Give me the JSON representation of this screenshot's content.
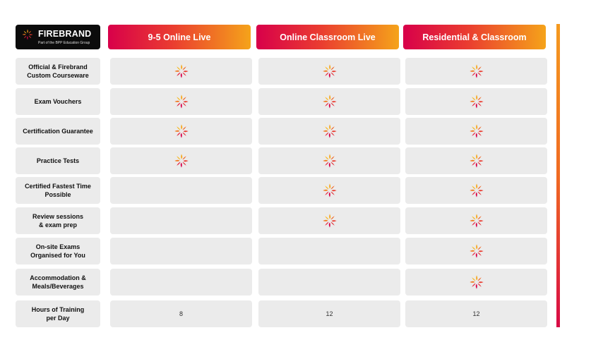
{
  "brand": {
    "name": "FIREBRAND",
    "tagline": "Part of the BPP Education Group",
    "icon": "firebrand-flame-icon",
    "accent": "#ea3c30",
    "accent_dark": "#d8004a",
    "accent_light": "#f5a31a"
  },
  "columns": [
    {
      "label": "9-5 Online Live"
    },
    {
      "label": "Online Classroom Live"
    },
    {
      "label": "Residential & Classroom"
    }
  ],
  "rows": [
    {
      "label": "Official & Firebrand\nCustom Courseware",
      "cells": [
        true,
        true,
        true
      ]
    },
    {
      "label": "Exam Vouchers",
      "cells": [
        true,
        true,
        true
      ]
    },
    {
      "label": "Certification Guarantee",
      "cells": [
        true,
        true,
        true
      ]
    },
    {
      "label": "Practice Tests",
      "cells": [
        true,
        true,
        true
      ]
    },
    {
      "label": "Certified Fastest Time\nPossible",
      "cells": [
        false,
        true,
        true
      ]
    },
    {
      "label": "Review sessions\n& exam prep",
      "cells": [
        false,
        true,
        true
      ]
    },
    {
      "label": "On-site Exams\nOrganised for You",
      "cells": [
        false,
        false,
        true
      ]
    },
    {
      "label": "Accommodation &\nMeals/Beverages",
      "cells": [
        false,
        false,
        true
      ]
    },
    {
      "label": "Hours of Training\nper Day",
      "cells": [
        "8",
        "12",
        "12"
      ]
    }
  ]
}
